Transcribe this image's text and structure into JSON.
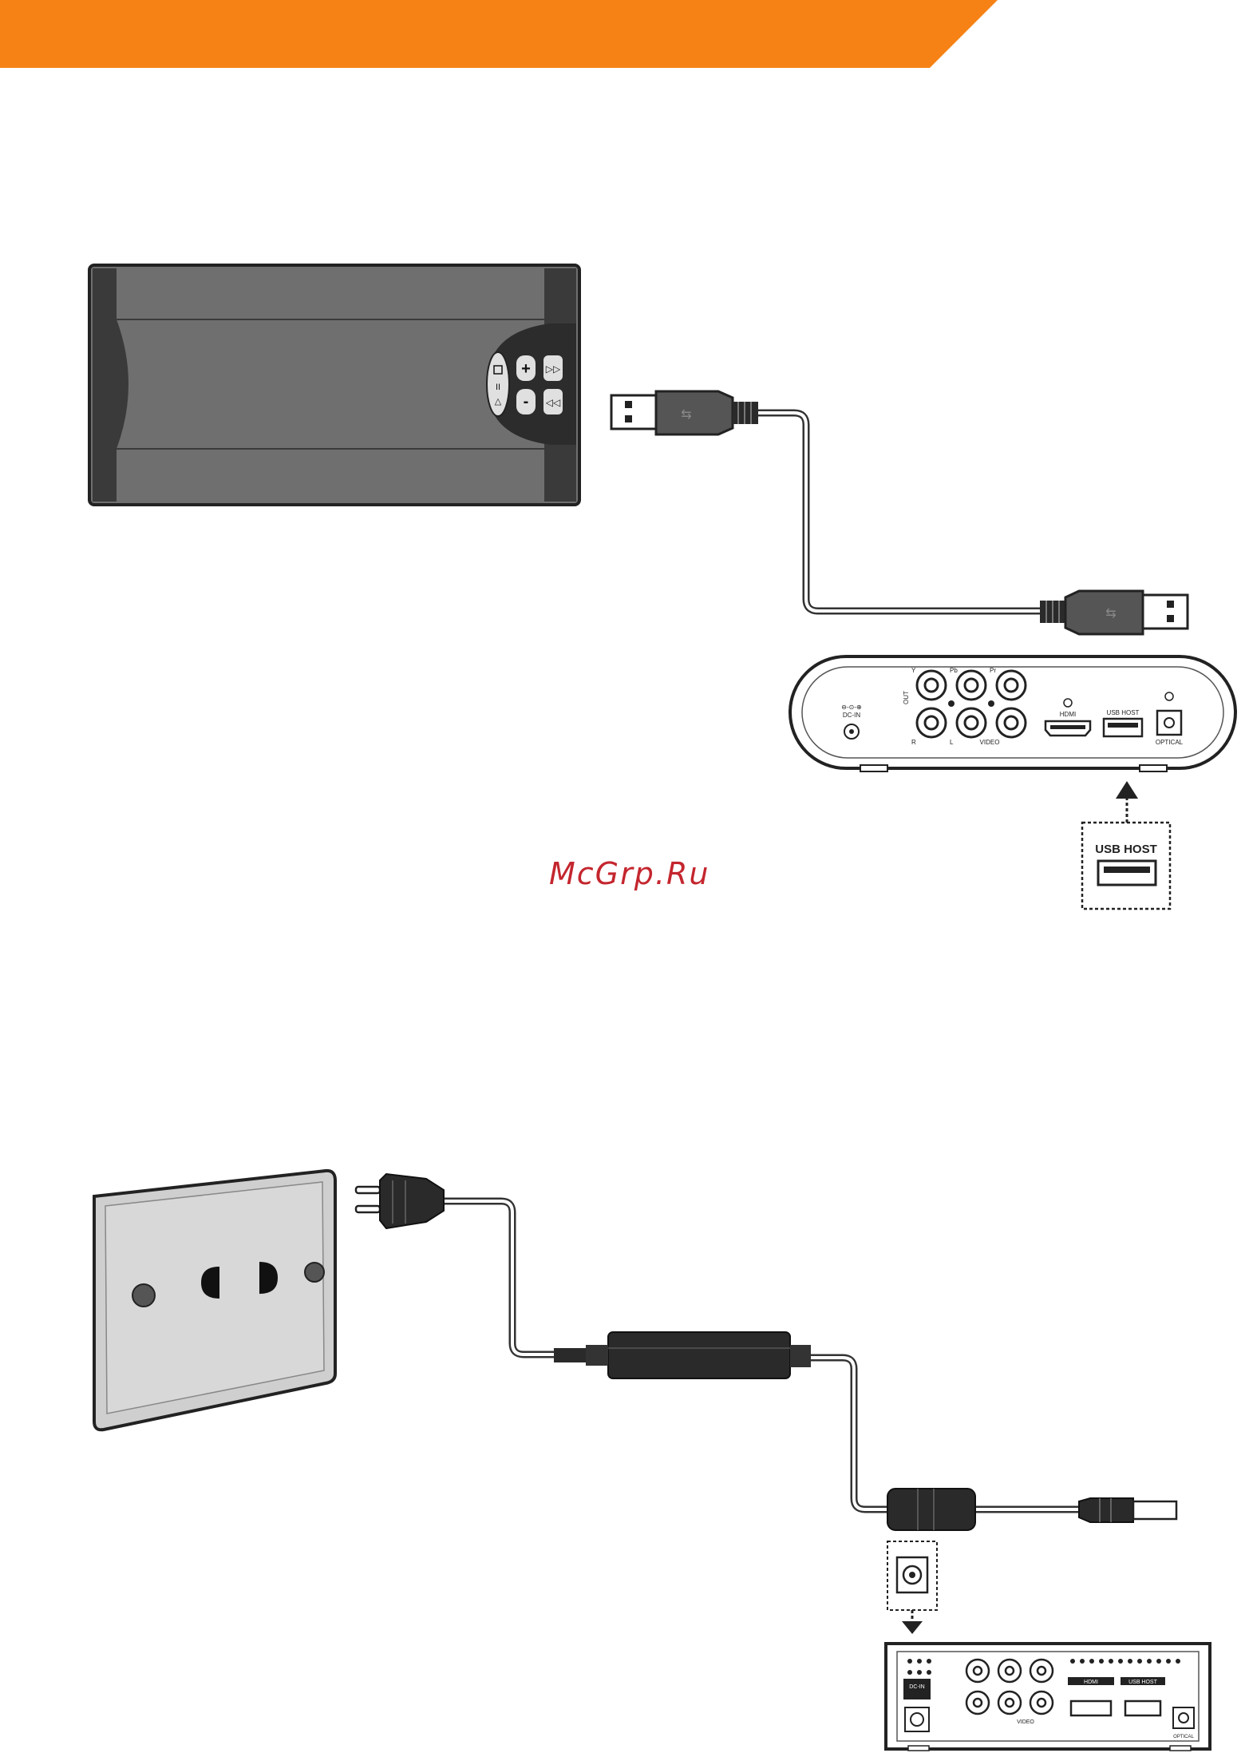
{
  "diagram_usb": {
    "player_labels": {
      "dc_in": "DC-IN",
      "out": "OUT",
      "y": "Y",
      "pb": "Pb",
      "pr": "Pr",
      "r": "R",
      "l": "L",
      "video": "VIDEO",
      "hdmi": "HDMI",
      "usb_host": "USB HOST",
      "optical": "OPTICAL"
    },
    "callout_label": "USB HOST"
  },
  "diagram_power": {
    "player_labels": {
      "dc_in": "DC-IN",
      "hdmi": "HDMI",
      "usb_host": "USB HOST",
      "video": "VIDEO",
      "optical": "OPTICAL"
    }
  },
  "watermark": "McGrp.Ru",
  "colors": {
    "header_orange": "#f68215",
    "drive_body": "#6f6f6f",
    "drive_dark": "#3a3a3a",
    "watermark": "#c4262e"
  }
}
